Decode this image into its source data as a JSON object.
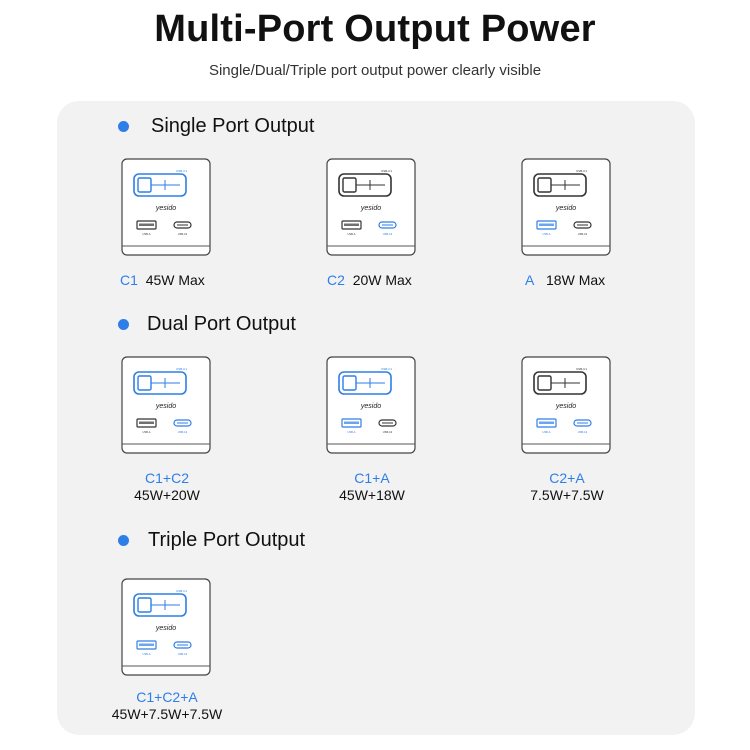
{
  "header": {
    "title": "Multi-Port Output Power",
    "subtitle": "Single/Dual/Triple port output power clearly visible"
  },
  "brand": "yesido",
  "port_labels": {
    "c1": "USB-C1",
    "c2": "USB-C2",
    "a": "USB-A"
  },
  "colors": {
    "accent": "#2e7ee8",
    "panel": "#f2f2f3",
    "outline": "#333333"
  },
  "sections": {
    "single": {
      "title": "Single Port Output",
      "items": [
        {
          "port": "C1",
          "power": "45W Max",
          "active": [
            "c1"
          ]
        },
        {
          "port": "C2",
          "power": "20W Max",
          "active": [
            "c2"
          ]
        },
        {
          "port": "A",
          "power": "18W Max",
          "active": [
            "a"
          ]
        }
      ]
    },
    "dual": {
      "title": "Dual Port Output",
      "items": [
        {
          "ports": "C1+C2",
          "power": "45W+20W",
          "active": [
            "c1",
            "c2"
          ]
        },
        {
          "ports": "C1+A",
          "power": "45W+18W",
          "active": [
            "c1",
            "a"
          ]
        },
        {
          "ports": "C2+A",
          "power": "7.5W+7.5W",
          "active": [
            "c2",
            "a"
          ]
        }
      ]
    },
    "triple": {
      "title": "Triple Port Output",
      "items": [
        {
          "ports": "C1+C2+A",
          "power": "45W+7.5W+7.5W",
          "active": [
            "c1",
            "c2",
            "a"
          ]
        }
      ]
    }
  }
}
